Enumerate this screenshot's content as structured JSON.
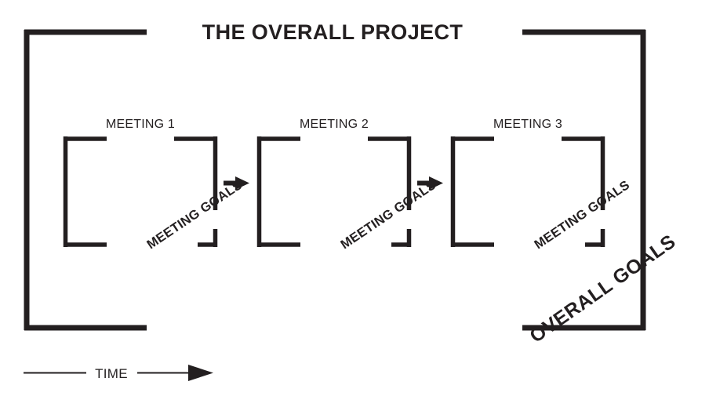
{
  "diagram": {
    "title": "THE OVERALL PROJECT",
    "meetings": [
      {
        "label": "MEETING 1",
        "goals_label": "MEETING GOALS"
      },
      {
        "label": "MEETING 2",
        "goals_label": "MEETING GOALS"
      },
      {
        "label": "MEETING 3",
        "goals_label": "MEETING GOALS"
      }
    ],
    "overall_goals_label": "OVERALL GOALS",
    "time_axis_label": "TIME",
    "colors": {
      "ink": "#231f20",
      "background": "#ffffff"
    }
  }
}
